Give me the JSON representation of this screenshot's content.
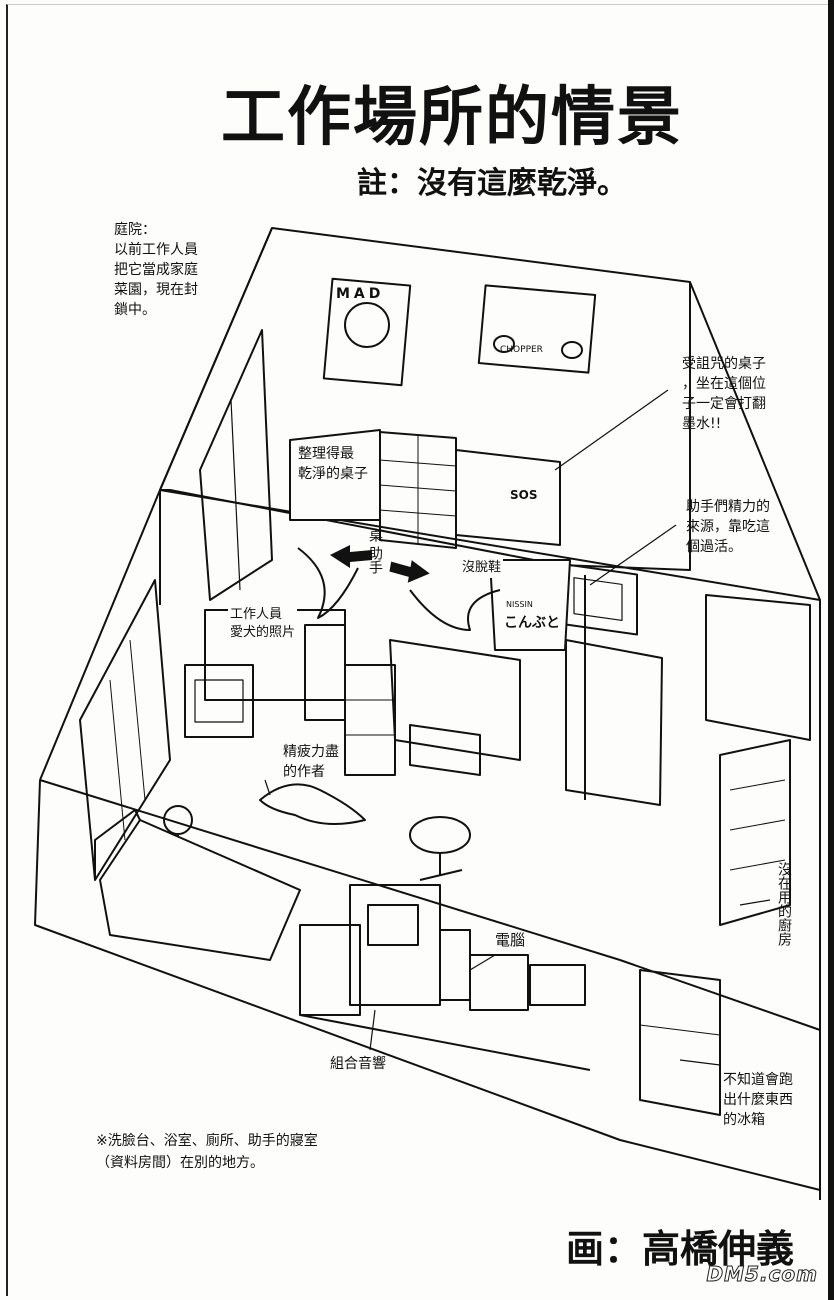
{
  "header": {
    "title": "工作場所的情景",
    "subtitle": "註：沒有這麼乾淨。"
  },
  "callouts": {
    "garden": "庭院：\n以前工作人員\n把它當成家庭\n菜園，現在封\n鎖中。",
    "cursed_desk": "受詛咒的桌子\n，坐在這個位\n子一定會打翻\n墨水!!",
    "assistants_energy": "助手們精力的\n來源，靠吃這\n個過活。",
    "cleanest_desk": "整理得最\n乾淨的桌子",
    "assistant": "助手",
    "desk_vertical": "桌",
    "no_shoes": "沒脫鞋",
    "staff_photo": "工作人員\n愛犬的照片",
    "exhausted_author": "精疲力盡\n的作者",
    "computer": "電腦",
    "stereo": "組合音響",
    "unused_kitchen": "沒在用的廚房",
    "fridge": "不知道會跑\n出什麼東西\n的冰箱"
  },
  "posters": {
    "mad": "MAD",
    "chopper": "CHOPPER",
    "sos": "SOS",
    "nissin": "NISSIN",
    "box_kana": "こんぶと"
  },
  "footnote": "※洗臉台、浴室、廁所、助手的寢室\n（資料房間）在別的地方。",
  "credit": "画：高橋伸義",
  "watermark": "DM5.com"
}
